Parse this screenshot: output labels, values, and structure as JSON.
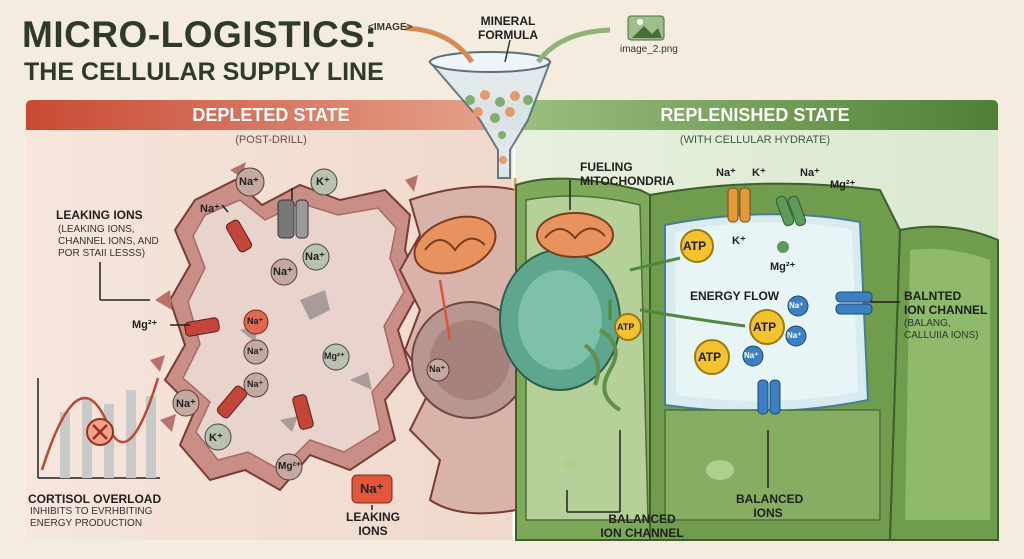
{
  "title": {
    "line1": "MICRO-LOGISTICS:",
    "line2": "THE CELLULAR SUPPLY LINE"
  },
  "funnel": {
    "image_tag": "<IMAGE>",
    "mineral_label_1": "MINERAL",
    "mineral_label_2": "FORMULA",
    "file_name": "image_2.png"
  },
  "left_panel": {
    "header": "DEPLETED STATE",
    "subheader": "(POST-DRILL)",
    "leaking_ions_title": "LEAKING IONS",
    "leaking_ions_desc_1": "(LEAKING IONS,",
    "leaking_ions_desc_2": "CHANNEL IONS, AND",
    "leaking_ions_desc_3": "POR STAII LESSS)",
    "cortisol_title": "CORTISOL OVERLOAD",
    "cortisol_desc_1": "INHIBITS TO EVRHBITING",
    "cortisol_desc_2": "ENERGY PRODUCTION",
    "bottom_leaking_1": "LEAKING",
    "bottom_leaking_2": "IONS"
  },
  "right_panel": {
    "header": "REPLENISHED STATE",
    "subheader": "(WITH CELLULAR HYDRATE)",
    "fueling_1": "FUELING",
    "fueling_2": "MITOCHONDRIA",
    "energy_flow": "ENERGY FLOW",
    "balnted_1": "BALNTED",
    "balnted_2": "ION CHANNEL",
    "balnted_desc_1": "(BALANG,",
    "balnted_desc_2": "CALLUIIA IONS)",
    "balanced_ions_1": "BALANCED",
    "balanced_ions_2": "IONS",
    "balanced_channel_1": "BALANCED",
    "balanced_channel_2": "ION CHANNEL"
  },
  "ions": {
    "na": "Na⁺",
    "k": "K⁺",
    "mg": "Mg²⁺",
    "atp": "ATP",
    "na_plain": "Na⁺",
    "mg_small": "Mg²⁺"
  },
  "colors": {
    "left_banner": "#c9503a",
    "right_banner": "#5c8a3e",
    "title": "#2f3a2a",
    "left_bg": "#f3e1d6",
    "right_bg": "#e4eed9",
    "atp": "#f2c230",
    "ion_na": "#e06a4f",
    "ion_blue": "#3b7fc4"
  }
}
